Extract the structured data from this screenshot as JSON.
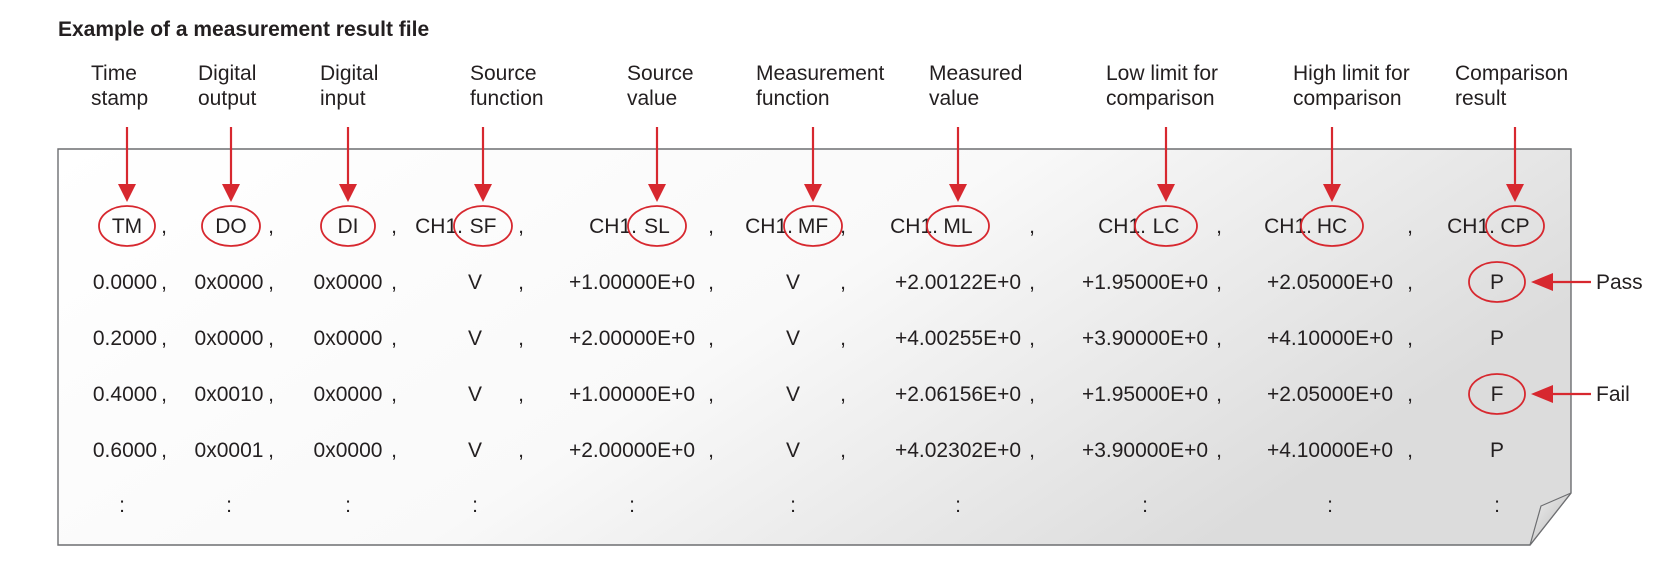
{
  "title": "Example of a measurement result file",
  "columns": [
    {
      "header": [
        "Time",
        "stamp"
      ],
      "field": "TM",
      "prefix": "",
      "sep": ","
    },
    {
      "header": [
        "Digital",
        "output"
      ],
      "field": "DO",
      "prefix": "",
      "sep": ","
    },
    {
      "header": [
        "Digital",
        "input"
      ],
      "field": "DI",
      "prefix": "",
      "sep": ","
    },
    {
      "header": [
        "Source",
        "function"
      ],
      "field": "SF",
      "prefix": "CH1.",
      "sep": ","
    },
    {
      "header": [
        "Source",
        "value"
      ],
      "field": "SL",
      "prefix": "CH1.",
      "sep": ","
    },
    {
      "header": [
        "Measurement",
        "function"
      ],
      "field": "MF",
      "prefix": "CH1.",
      "sep": ","
    },
    {
      "header": [
        "Measured",
        "value"
      ],
      "field": "ML",
      "prefix": "CH1.",
      "sep": ","
    },
    {
      "header": [
        "Low limit for",
        "comparison"
      ],
      "field": "LC",
      "prefix": "CH1.",
      "sep": ","
    },
    {
      "header": [
        "High limit for",
        "comparison"
      ],
      "field": "HC",
      "prefix": "CH1.",
      "sep": ","
    },
    {
      "header": [
        "Comparison",
        "result"
      ],
      "field": "CP",
      "prefix": "CH1.",
      "sep": ""
    }
  ],
  "rows": [
    [
      "0.0000",
      "0x0000",
      "0x0000",
      "V",
      "+1.00000E+0",
      "V",
      "+2.00122E+0",
      "+1.95000E+0",
      "+2.05000E+0",
      "P"
    ],
    [
      "0.2000",
      "0x0000",
      "0x0000",
      "V",
      "+2.00000E+0",
      "V",
      "+4.00255E+0",
      "+3.90000E+0",
      "+4.10000E+0",
      "P"
    ],
    [
      "0.4000",
      "0x0010",
      "0x0000",
      "V",
      "+1.00000E+0",
      "V",
      "+2.06156E+0",
      "+1.95000E+0",
      "+2.05000E+0",
      "F"
    ],
    [
      "0.6000",
      "0x0001",
      "0x0000",
      "V",
      "+2.00000E+0",
      "V",
      "+4.02302E+0",
      "+3.90000E+0",
      "+4.10000E+0",
      "P"
    ]
  ],
  "continuation": ":",
  "separator": ",",
  "annotations": [
    {
      "label": "Pass",
      "row": 0
    },
    {
      "label": "Fail",
      "row": 2
    }
  ],
  "colors": {
    "accent": "#d7282f",
    "text": "#231f20",
    "border": "#6d6e71"
  }
}
